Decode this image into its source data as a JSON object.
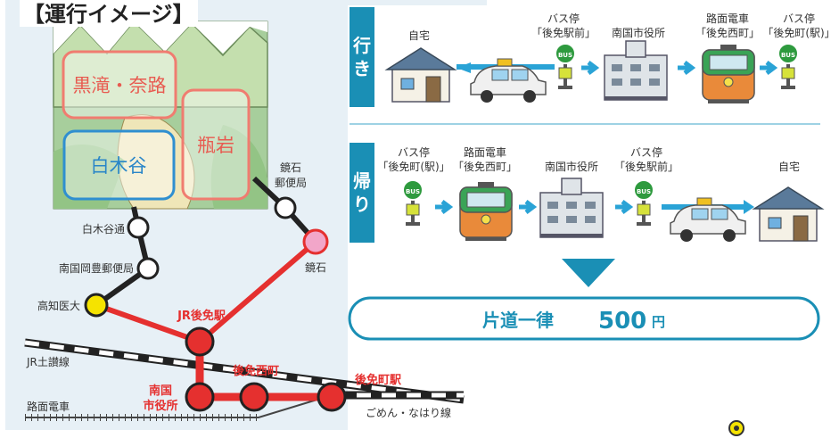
{
  "title": "【運行イメージ】",
  "map": {
    "areas": {
      "kurotaki_nara": "黒滝・奈路",
      "shirakidani": "白木谷",
      "kameiwa": "瓶岩"
    },
    "stops": {
      "kochi_idai": "高知医大",
      "nankoku_okatoyo_po": "南国岡豊郵便局",
      "shirakidani_dori": "白木谷通",
      "kaisekiyubin_l1": "鏡石",
      "kaisekiyubin_l2": "郵便局",
      "kagamiishi": "鏡石",
      "jr_gomen": "JR後免駅",
      "nankoku_l1": "南国",
      "nankoku_l2": "市役所",
      "gomen_nishimachi": "後免西町",
      "gomenmachi_eki": "後免町駅"
    },
    "lines": {
      "jr_dosan": "JR土讃線",
      "tram": "路面電車",
      "gomen_nahari": "ごめん・なはり線"
    }
  },
  "outbound": {
    "badge": "行き",
    "steps": [
      {
        "lines": [
          "自宅"
        ]
      },
      {
        "lines": [
          "バス停",
          "「後免駅前」"
        ]
      },
      {
        "lines": [
          "南国市役所"
        ]
      },
      {
        "lines": [
          "路面電車",
          "「後免西町」"
        ]
      },
      {
        "lines": [
          "バス停",
          "「後免町(駅)」"
        ]
      }
    ]
  },
  "inbound": {
    "badge": "帰り",
    "steps": [
      {
        "lines": [
          "バス停",
          "「後免町(駅)」"
        ]
      },
      {
        "lines": [
          "路面電車",
          "「後免西町」"
        ]
      },
      {
        "lines": [
          "南国市役所"
        ]
      },
      {
        "lines": [
          "バス停",
          "「後免駅前」"
        ]
      },
      {
        "lines": [
          "自宅"
        ]
      }
    ]
  },
  "icons": {
    "bus_label": "BUS"
  },
  "fare": {
    "label": "片道一律",
    "amount": "500",
    "unit": "円"
  },
  "colors": {
    "route_red": "#e5302f",
    "teal": "#1a8fb5",
    "arrow_blue": "#2aa3d6",
    "panel_bg": "#e7f0f6"
  }
}
